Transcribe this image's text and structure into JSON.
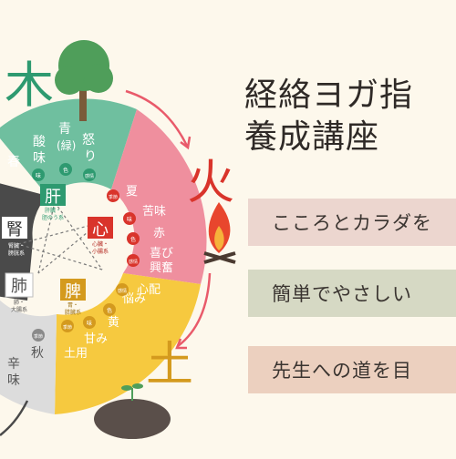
{
  "title_lines": [
    "経絡ヨガ指",
    "養成講座"
  ],
  "banners": [
    "こころとカラダを",
    "簡単でやさしい",
    "先生への道を目"
  ],
  "elements": {
    "wood": "木",
    "fire": "火",
    "earth": "土"
  },
  "segments": {
    "liver": {
      "organ": "肝",
      "sub": [
        "肝臓・",
        "胆のう系"
      ],
      "items": [
        "酸",
        "味",
        "青",
        "(緑)",
        "怒",
        "り",
        "春"
      ],
      "dots": [
        "味",
        "色",
        "感情"
      ]
    },
    "heart": {
      "organ": "心",
      "sub": [
        "心臓・",
        "小腸系"
      ],
      "items": [
        "夏",
        "苦味",
        "赤",
        "喜び",
        "興奮"
      ],
      "dots": [
        "季節",
        "味",
        "色",
        "感情"
      ]
    },
    "spleen": {
      "organ": "脾",
      "sub": [
        "胃・",
        "膵臓系"
      ],
      "items": [
        "悩み",
        "心配",
        "黄",
        "甘み",
        "土用"
      ],
      "dots": [
        "感情",
        "色",
        "味",
        "季節"
      ]
    },
    "lung": {
      "organ": "肺",
      "sub": [
        "肺・",
        "大腸系"
      ],
      "items": [
        "辛",
        "味",
        "秋"
      ],
      "dots": [
        "季節"
      ]
    },
    "kidney": {
      "organ": "腎",
      "sub": [
        "腎臓・",
        "膀胱系"
      ]
    }
  },
  "colors": {
    "background": "#fdf8ec",
    "wood_green": "#6fbf9f",
    "wood_text": "#2e9a70",
    "fire_pink": "#ef8f9e",
    "fire_red": "#d9342b",
    "earth_yellow": "#f6c93f",
    "earth_brown": "#d49a1e",
    "metal_gray": "#dcdcdc",
    "water_dark": "#4a4a4a",
    "arrow": "#e95a6a"
  }
}
